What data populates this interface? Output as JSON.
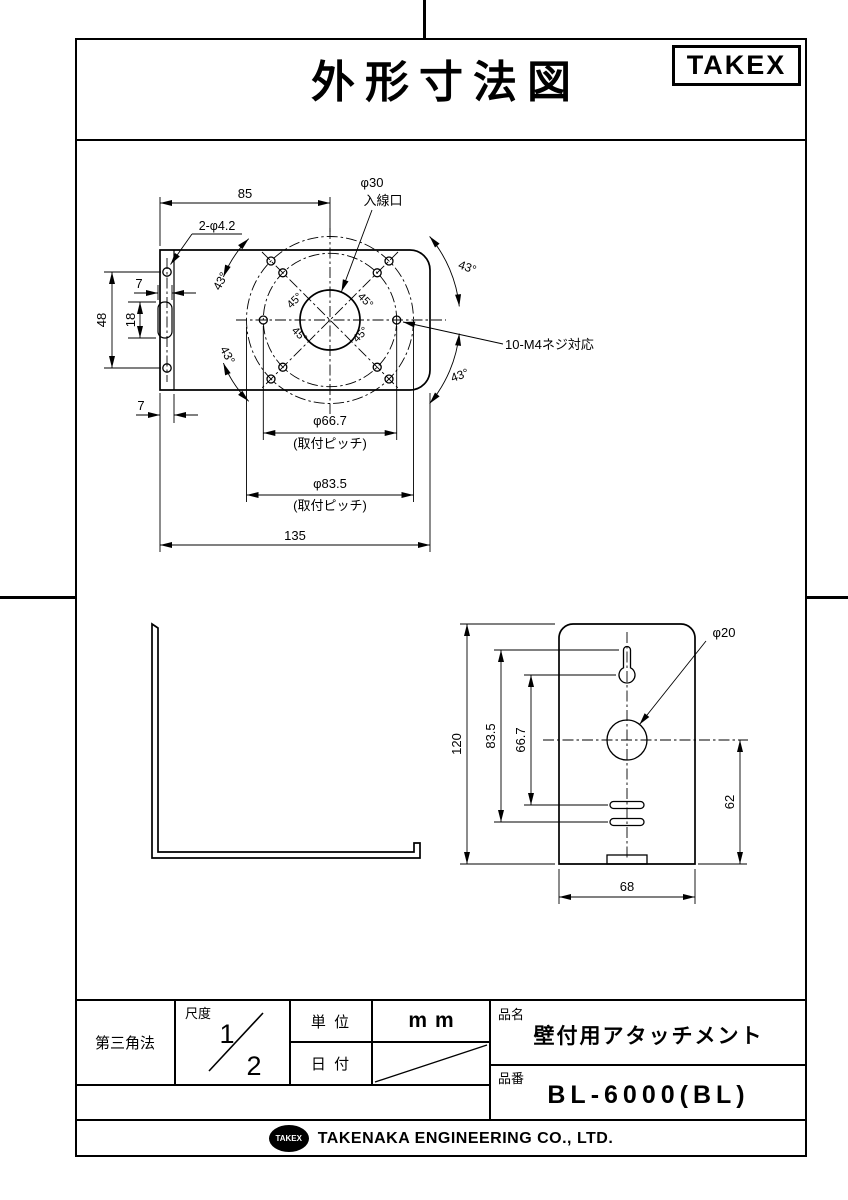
{
  "header": {
    "title": "外形寸法図",
    "logo": "TAKEX"
  },
  "top_view": {
    "dim_85": "85",
    "entry_dia": "φ30",
    "entry_label": "入線口",
    "hole_callout": "2-φ4.2",
    "dim_7_top": "7",
    "dim_48": "48",
    "dim_18": "18",
    "dim_7_bottom": "7",
    "pitch1_dia": "φ66.7",
    "pitch2_dia": "φ83.5",
    "pitch_note": "(取付ピッチ)",
    "dim_135": "135",
    "screw_callout": "10-M4ネジ対応",
    "angle_43": "43°",
    "angle_45": "45°"
  },
  "front_view": {
    "dim_120": "120",
    "dim_83_5": "83.5",
    "dim_66_7": "66.7",
    "hole_dia": "φ20",
    "dim_62": "62",
    "dim_68": "68"
  },
  "title_block": {
    "projection": "第三角法",
    "scale_label": "尺度",
    "scale_numerator": "1",
    "scale_denominator": "2",
    "unit_label": "単 位",
    "unit_value": "mm",
    "date_label": "日 付",
    "name_label": "品名",
    "name_value": "壁付用アタッチメント",
    "number_label": "品番",
    "number_value": "BL-6000(BL)"
  },
  "footer": {
    "logo_text": "TAKEX",
    "company": "TAKENAKA ENGINEERING CO., LTD."
  }
}
